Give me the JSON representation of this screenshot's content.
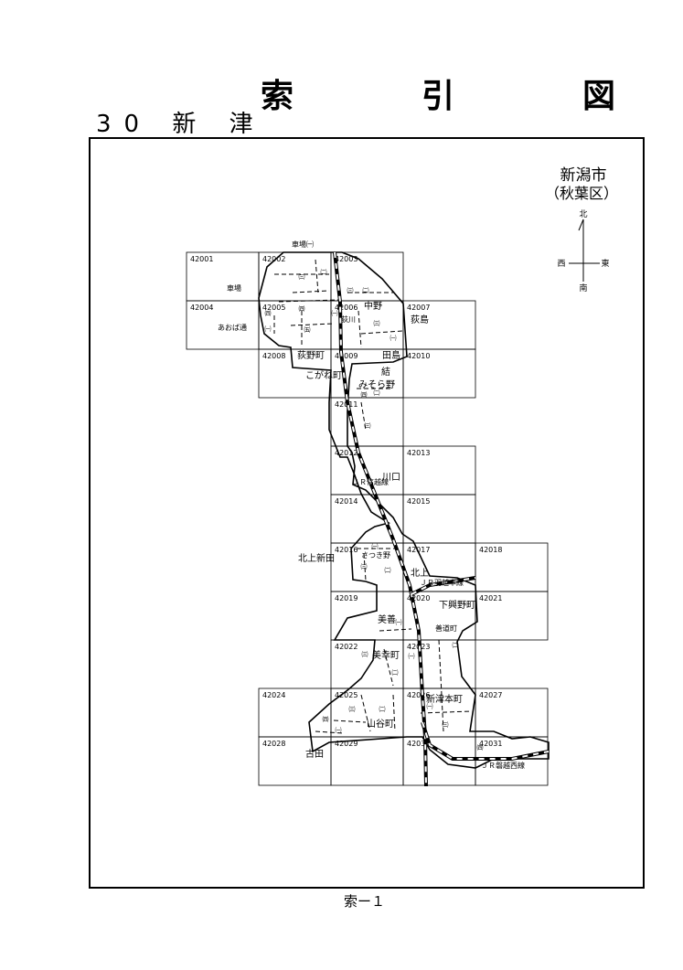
{
  "title": "索　引　図",
  "subtitle": "30 新 津",
  "footer": "索ー１",
  "city": {
    "line1": "新潟市",
    "line2": "（秋葉区）"
  },
  "compass": {
    "n": "北",
    "s": "南",
    "e": "東",
    "w": "西"
  },
  "grid_cells": [
    {
      "id": "42001"
    },
    {
      "id": "42002"
    },
    {
      "id": "42003"
    },
    {
      "id": "42004"
    },
    {
      "id": "42005"
    },
    {
      "id": "42006"
    },
    {
      "id": "42007"
    },
    {
      "id": "42008"
    },
    {
      "id": "42009"
    },
    {
      "id": "42010"
    },
    {
      "id": "42011"
    },
    {
      "id": "42012"
    },
    {
      "id": "42013"
    },
    {
      "id": "42014"
    },
    {
      "id": "42015"
    },
    {
      "id": "42016"
    },
    {
      "id": "42017"
    },
    {
      "id": "42018"
    },
    {
      "id": "42019"
    },
    {
      "id": "42020"
    },
    {
      "id": "42021"
    },
    {
      "id": "42022"
    },
    {
      "id": "42023"
    },
    {
      "id": "42024"
    },
    {
      "id": "42025"
    },
    {
      "id": "42026"
    },
    {
      "id": "42027"
    },
    {
      "id": "42028"
    },
    {
      "id": "42029"
    },
    {
      "id": "42030"
    },
    {
      "id": "42031"
    }
  ],
  "place_labels": [
    {
      "text": "車場㈠",
      "size": "small"
    },
    {
      "text": "車場",
      "size": "small"
    },
    {
      "text": "あおば通",
      "size": "small"
    },
    {
      "text": "中野",
      "size": "normal"
    },
    {
      "text": "荻島",
      "size": "normal"
    },
    {
      "text": "荻野町",
      "size": "normal"
    },
    {
      "text": "こがね町",
      "size": "normal"
    },
    {
      "text": "田島",
      "size": "normal"
    },
    {
      "text": "結",
      "size": "normal"
    },
    {
      "text": "みそら野",
      "size": "normal"
    },
    {
      "text": "川口",
      "size": "normal"
    },
    {
      "text": "さつき野",
      "size": "small"
    },
    {
      "text": "北上新田",
      "size": "normal"
    },
    {
      "text": "北上",
      "size": "normal"
    },
    {
      "text": "下興野町",
      "size": "normal"
    },
    {
      "text": "美善",
      "size": "normal"
    },
    {
      "text": "善道町",
      "size": "small"
    },
    {
      "text": "美幸町",
      "size": "normal"
    },
    {
      "text": "新津本町",
      "size": "normal"
    },
    {
      "text": "山谷町",
      "size": "normal"
    },
    {
      "text": "古田",
      "size": "normal"
    },
    {
      "text": "荻川",
      "size": "small"
    },
    {
      "text": "ＪＲ信越線",
      "size": "small"
    },
    {
      "text": "ＪＲ羽越本線",
      "size": "small"
    },
    {
      "text": "ＪＲ磐越西線",
      "size": "small"
    }
  ],
  "district_numerals": [
    "㈠",
    "㈡",
    "㈢",
    "㈣",
    "㈤"
  ]
}
